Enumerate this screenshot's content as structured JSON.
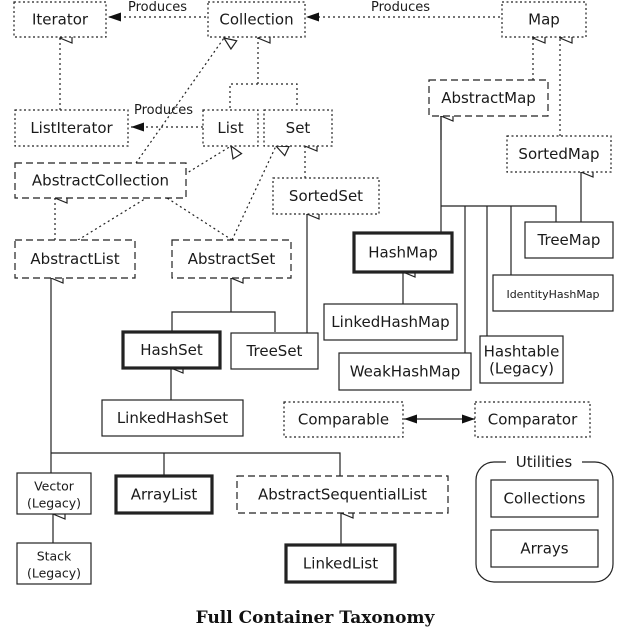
{
  "caption": "Full Container Taxonomy",
  "nodes": {
    "iterator": {
      "label": "Iterator",
      "kind": "interface"
    },
    "collection": {
      "label": "Collection",
      "kind": "interface"
    },
    "map": {
      "label": "Map",
      "kind": "interface"
    },
    "list_iterator": {
      "label": "ListIterator",
      "kind": "interface"
    },
    "list": {
      "label": "List",
      "kind": "interface"
    },
    "set": {
      "label": "Set",
      "kind": "interface"
    },
    "abstract_map": {
      "label": "AbstractMap",
      "kind": "abstract"
    },
    "sorted_map": {
      "label": "SortedMap",
      "kind": "interface"
    },
    "abstract_collection": {
      "label": "AbstractCollection",
      "kind": "abstract"
    },
    "sorted_set": {
      "label": "SortedSet",
      "kind": "interface"
    },
    "abstract_list": {
      "label": "AbstractList",
      "kind": "abstract"
    },
    "abstract_set": {
      "label": "AbstractSet",
      "kind": "abstract"
    },
    "hash_map": {
      "label": "HashMap",
      "kind": "primary"
    },
    "tree_map": {
      "label": "TreeMap",
      "kind": "class"
    },
    "identity_hash_map": {
      "label": "IdentityHashMap",
      "kind": "class"
    },
    "linked_hash_map": {
      "label": "LinkedHashMap",
      "kind": "class"
    },
    "hashtable": {
      "label": "Hashtable",
      "sublabel": "(Legacy)",
      "kind": "class"
    },
    "weak_hash_map": {
      "label": "WeakHashMap",
      "kind": "class"
    },
    "hash_set": {
      "label": "HashSet",
      "kind": "primary"
    },
    "tree_set": {
      "label": "TreeSet",
      "kind": "class"
    },
    "linked_hash_set": {
      "label": "LinkedHashSet",
      "kind": "class"
    },
    "comparable": {
      "label": "Comparable",
      "kind": "interface"
    },
    "comparator": {
      "label": "Comparator",
      "kind": "interface"
    },
    "vector": {
      "label": "Vector",
      "sublabel": "(Legacy)",
      "kind": "class"
    },
    "array_list": {
      "label": "ArrayList",
      "kind": "primary"
    },
    "abstract_sequential_list": {
      "label": "AbstractSequentialList",
      "kind": "abstract"
    },
    "stack": {
      "label": "Stack",
      "sublabel": "(Legacy)",
      "kind": "class"
    },
    "linked_list": {
      "label": "LinkedList",
      "kind": "primary"
    },
    "collections": {
      "label": "Collections",
      "kind": "class"
    },
    "arrays": {
      "label": "Arrays",
      "kind": "class"
    }
  },
  "groups": {
    "utilities": {
      "label": "Utilities"
    }
  },
  "edge_labels": {
    "collection_produces_iterator": "Produces",
    "map_produces_collection": "Produces",
    "list_produces_list_iterator": "Produces"
  },
  "edges": [
    {
      "from": "collection",
      "to": "iterator",
      "type": "produces"
    },
    {
      "from": "map",
      "to": "collection",
      "type": "produces"
    },
    {
      "from": "list",
      "to": "list_iterator",
      "type": "produces"
    },
    {
      "from": "list_iterator",
      "to": "iterator",
      "type": "extends"
    },
    {
      "from": "list",
      "to": "collection",
      "type": "extends"
    },
    {
      "from": "set",
      "to": "collection",
      "type": "extends"
    },
    {
      "from": "abstract_collection",
      "to": "collection",
      "type": "implements"
    },
    {
      "from": "sorted_set",
      "to": "set",
      "type": "extends"
    },
    {
      "from": "abstract_list",
      "to": "abstract_collection",
      "type": "extends"
    },
    {
      "from": "abstract_list",
      "to": "list",
      "type": "implements"
    },
    {
      "from": "abstract_set",
      "to": "abstract_collection",
      "type": "extends"
    },
    {
      "from": "abstract_set",
      "to": "set",
      "type": "implements"
    },
    {
      "from": "abstract_map",
      "to": "map",
      "type": "implements"
    },
    {
      "from": "sorted_map",
      "to": "map",
      "type": "extends"
    },
    {
      "from": "tree_map",
      "to": "sorted_map",
      "type": "implements"
    },
    {
      "from": "hash_map",
      "to": "abstract_map",
      "type": "extends"
    },
    {
      "from": "tree_map",
      "to": "abstract_map",
      "type": "extends"
    },
    {
      "from": "identity_hash_map",
      "to": "abstract_map",
      "type": "extends"
    },
    {
      "from": "hashtable",
      "to": "abstract_map",
      "type": "extends"
    },
    {
      "from": "weak_hash_map",
      "to": "abstract_map",
      "type": "extends"
    },
    {
      "from": "linked_hash_map",
      "to": "hash_map",
      "type": "extends"
    },
    {
      "from": "hash_set",
      "to": "abstract_set",
      "type": "extends"
    },
    {
      "from": "tree_set",
      "to": "abstract_set",
      "type": "extends"
    },
    {
      "from": "tree_set",
      "to": "sorted_set",
      "type": "implements"
    },
    {
      "from": "linked_hash_set",
      "to": "hash_set",
      "type": "extends"
    },
    {
      "from": "comparable",
      "to": "comparator",
      "type": "related"
    },
    {
      "from": "vector",
      "to": "abstract_list",
      "type": "extends"
    },
    {
      "from": "array_list",
      "to": "abstract_list",
      "type": "extends"
    },
    {
      "from": "abstract_sequential_list",
      "to": "abstract_list",
      "type": "extends"
    },
    {
      "from": "stack",
      "to": "vector",
      "type": "extends"
    },
    {
      "from": "linked_list",
      "to": "abstract_sequential_list",
      "type": "extends"
    }
  ]
}
